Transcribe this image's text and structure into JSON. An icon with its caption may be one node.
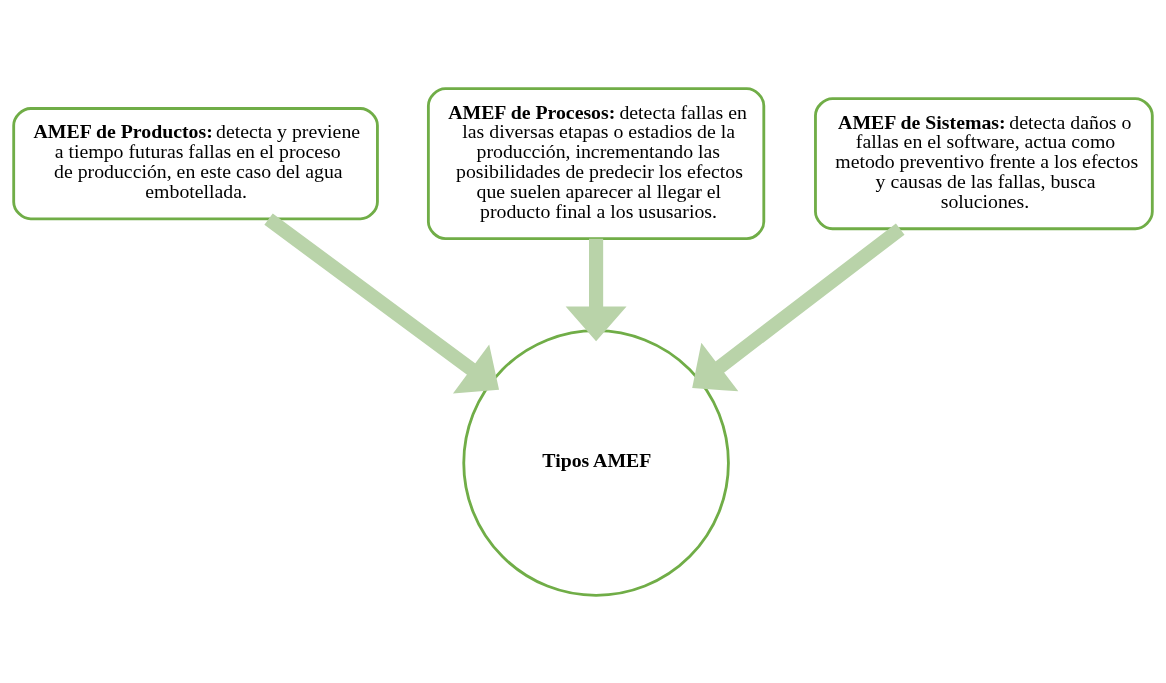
{
  "diagram": {
    "nodes": [
      {
        "text": [
          "**AMEF de Procesos:** detecta fallas en las diversas etapas o estadios de la producción, incrementando las posibilidades de predecir los efectos que suelen aparecer al llegar el producto final a los ususarios."
        ]
      },
      {
        "text": [
          "**AMEF de Productos:** detecta y previene a tiempo futuras fallas en el proceso de producción, en este caso del agua embotellada."
        ]
      },
      {
        "text": [
          "**AMEF de Sistemas:** detecta daños o fallas en el software, actua como metodo preventivo frente a los efectos y causas de las fallas, busca soluciones."
        ]
      },
      {
        "text": [
          "Tipos AMEF"
        ]
      }
    ],
    "edges": [
      {
        "from": 0,
        "to": 3,
        "arrow": "to"
      },
      {
        "from": 1,
        "to": 3,
        "arrow": "to"
      },
      {
        "from": 2,
        "to": 3,
        "arrow": "to"
      }
    ]
  }
}
